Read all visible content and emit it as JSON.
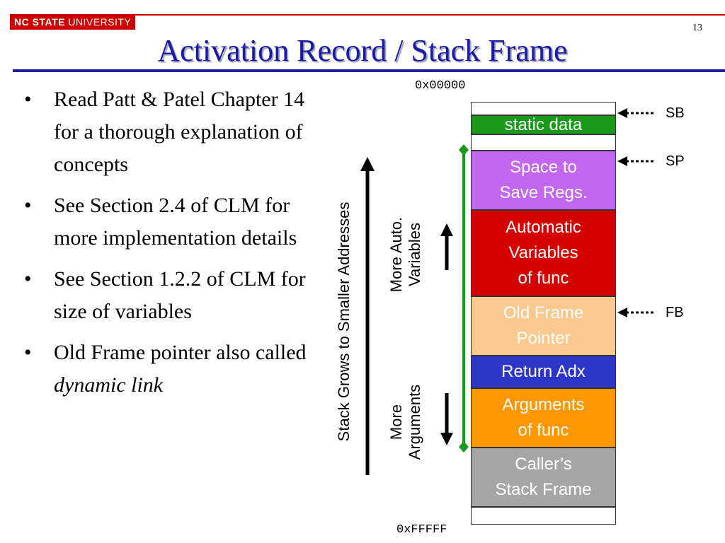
{
  "header": {
    "logo_bold": "NC STATE",
    "logo_light": "UNIVERSITY",
    "page_number": "13",
    "title": "Activation Record / Stack Frame"
  },
  "bullets": [
    {
      "text": "Read Patt & Patel Chapter 14 for a thorough explanation of concepts"
    },
    {
      "text": "See Section 2.4 of CLM for more implementation details"
    },
    {
      "text": "See Section 1.2.2 of CLM for size of variables"
    },
    {
      "text_plain": "Old Frame pointer also called ",
      "text_italic": "dynamic link"
    }
  ],
  "diagram": {
    "addr_top": "0x00000",
    "addr_bottom": "0xFFFFF",
    "side_label": "Stack Grows to Smaller Addresses",
    "more_auto_label": "More Auto.\nVariables",
    "more_args_label": "More\nArguments",
    "blocks": [
      {
        "label": "",
        "color": "#ffffff"
      },
      {
        "label": "static data",
        "color": "#1a9a1a"
      },
      {
        "label": "",
        "color": "#ffffff"
      },
      {
        "label": "Space to\nSave Regs.",
        "color": "#c467f0"
      },
      {
        "label": "Automatic\nVariables\nof func",
        "color": "#d40000"
      },
      {
        "label": "Old Frame\nPointer",
        "color": "#f9c98f"
      },
      {
        "label": "Return Adx",
        "color": "#2e36c8"
      },
      {
        "label": "Arguments\nof func",
        "color": "#ff9800"
      },
      {
        "label": "Caller’s\nStack Frame",
        "color": "#a6a6a6"
      },
      {
        "label": "",
        "color": "#ffffff"
      }
    ],
    "pointers": [
      {
        "label": "SB"
      },
      {
        "label": "SP"
      },
      {
        "label": "FB"
      }
    ],
    "bracket_color": "#1a9a1a"
  }
}
